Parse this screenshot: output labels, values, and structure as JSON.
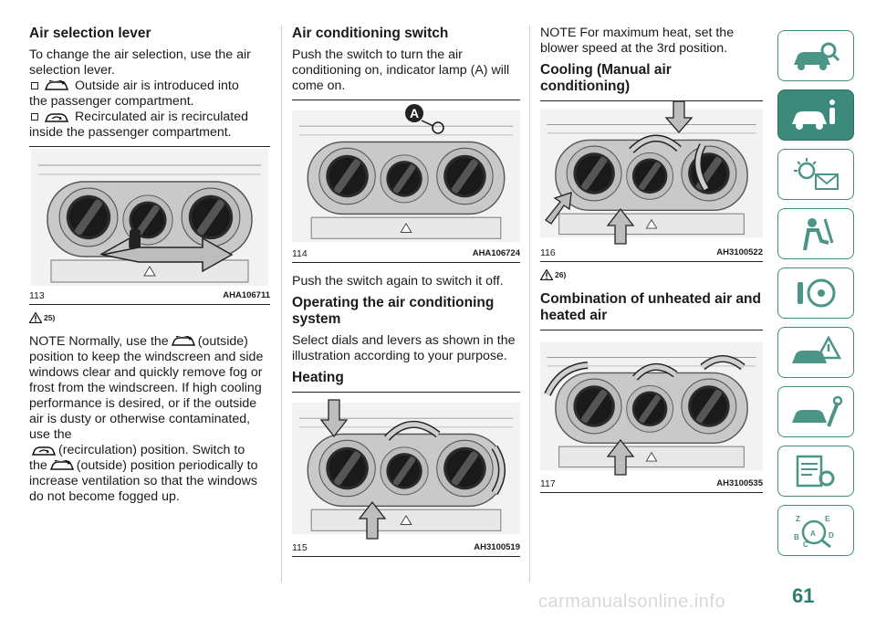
{
  "col1": {
    "heading1": "Air selection lever",
    "intro": "To change the air selection, use the air selection lever.",
    "outside_text_a": "Outside air is introduced into",
    "outside_text_b": "the passenger compartment.",
    "recirc_text_a": "Recirculated air is recirculated",
    "recirc_text_b": "inside the passenger compartment.",
    "fig_num": "113",
    "fig_code": "AHA106711",
    "warn_ref": "25)",
    "note_a": "NOTE  Normally, use the",
    "note_b": "(outside)",
    "note_c": "position to keep the windscreen and side windows clear and quickly remove fog or frost from the windscreen. If high cooling performance is desired, or if the outside air is dusty or otherwise contaminated, use the",
    "note_d": "(recirculation) position. Switch to",
    "note_e": "the",
    "note_f": "(outside) position periodically",
    "note_g": "to increase ventilation so that the windows do not become fogged up."
  },
  "col2": {
    "heading1": "Air conditioning switch",
    "intro": "Push the switch to turn the air conditioning on, indicator lamp (A) will come on.",
    "fig_label_a": "A",
    "fig_num": "114",
    "fig_code": "AHA106724",
    "push_off": "Push the switch again to switch it off.",
    "heading2": "Operating the air conditioning system",
    "select_text": "Select dials and levers as shown in the illustration according to your purpose.",
    "heading3": "Heating",
    "fig2_num": "115",
    "fig2_code": "AH3100519"
  },
  "col3": {
    "note": "NOTE  For maximum heat, set the blower speed at the 3rd position.",
    "heading1": "Cooling (Manual air conditioning)",
    "fig_num": "116",
    "fig_code": "AH3100522",
    "warn_ref": "26)",
    "heading2": "Combination of unheated air and heated air",
    "fig2_num": "117",
    "fig2_code": "AH3100535"
  },
  "sidebar": {
    "tabs": [
      "car-search-icon",
      "car-info-icon",
      "sun-mail-icon",
      "airbag-person-icon",
      "steering-key-icon",
      "car-warning-icon",
      "car-wrench-icon",
      "list-gear-icon",
      "alphabet-index-icon"
    ],
    "active_index": 1
  },
  "page_number": "61",
  "watermark": "carmanualsonline.info",
  "colors": {
    "accent": "#3c8a7b",
    "tab_border": "#3f8f7f"
  }
}
